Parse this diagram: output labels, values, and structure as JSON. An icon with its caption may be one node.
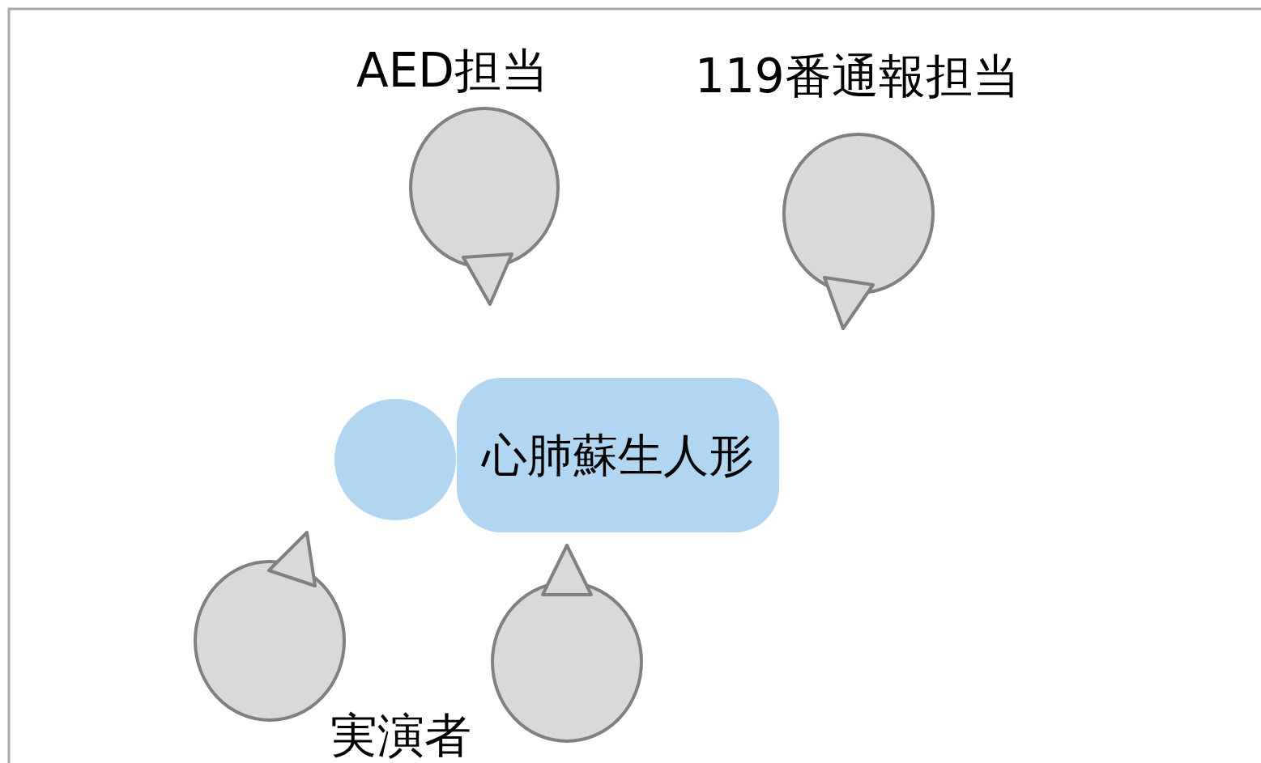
{
  "diagram": {
    "nodes": [
      {
        "text": [
          "AED担当"
        ]
      },
      {
        "text": [
          "119番通報担当"
        ]
      },
      {
        "text": [],
        "shape": "circle"
      },
      {
        "text": [
          "心肺蘇生人形"
        ]
      },
      {
        "text": [],
        "shape": "circle"
      },
      {
        "text": [],
        "shape": "circle"
      }
    ],
    "labels": [
      "実演者"
    ]
  }
}
